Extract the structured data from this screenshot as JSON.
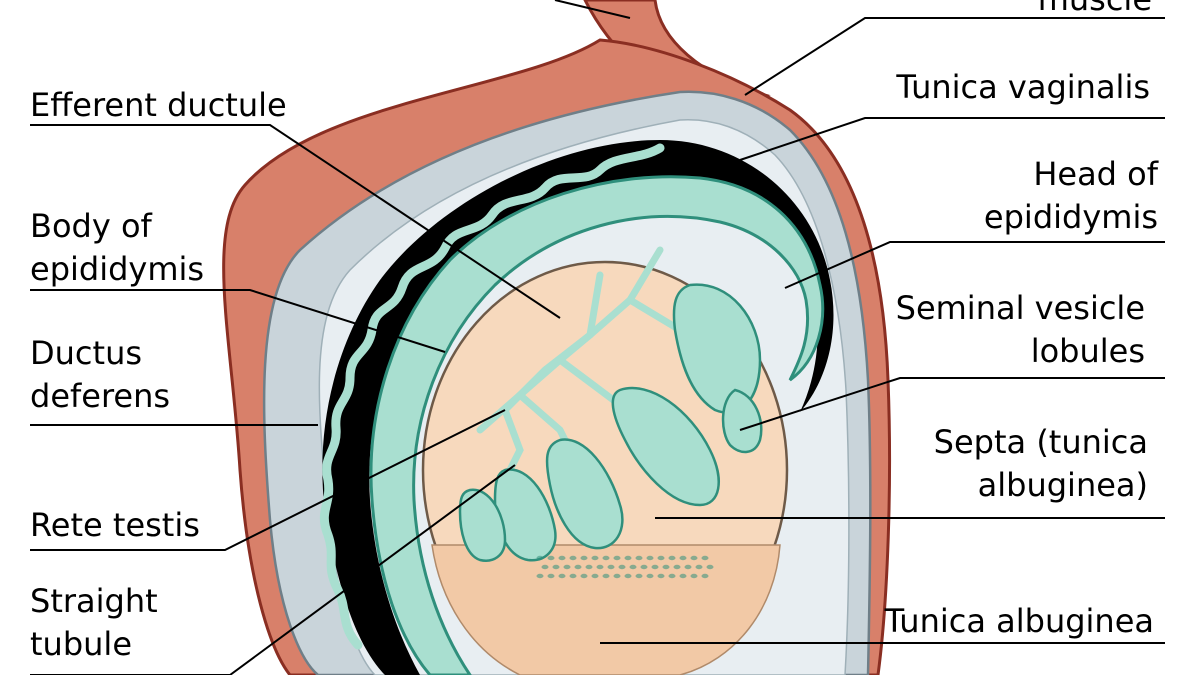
{
  "labels": {
    "muscle_fragment": "muscle",
    "efferent_ductule": "Efferent ductule",
    "body_of_epididymis": [
      "Body of",
      "epididymis"
    ],
    "ductus_deferens": [
      "Ductus",
      "deferens"
    ],
    "rete_testis": "Rete testis",
    "straight_tubule": [
      "Straight",
      "tubule"
    ],
    "tunica_vaginalis": "Tunica vaginalis",
    "head_of_epididymis": [
      "Head of",
      "epididymis"
    ],
    "seminal_vesicle_lobules": [
      "Seminal vesicle",
      "lobules"
    ],
    "septa": [
      "Septa (tunica",
      "albuginea)"
    ],
    "tunica_albuginea": "Tunica albuginea"
  },
  "colors": {
    "scrotum_outer": "#d8806a",
    "scrotum_outline": "#8a2e22",
    "tunica_vaginalis": "#c9d4da",
    "tunica_inner": "#e8eef2",
    "epididymis": "#a9dfd0",
    "epididymis_outline": "#2f8f7c",
    "ductus": "#000000",
    "testis": "#f7d9bd",
    "testis_cut": "#f2c9a6",
    "leader_line": "#000000"
  }
}
